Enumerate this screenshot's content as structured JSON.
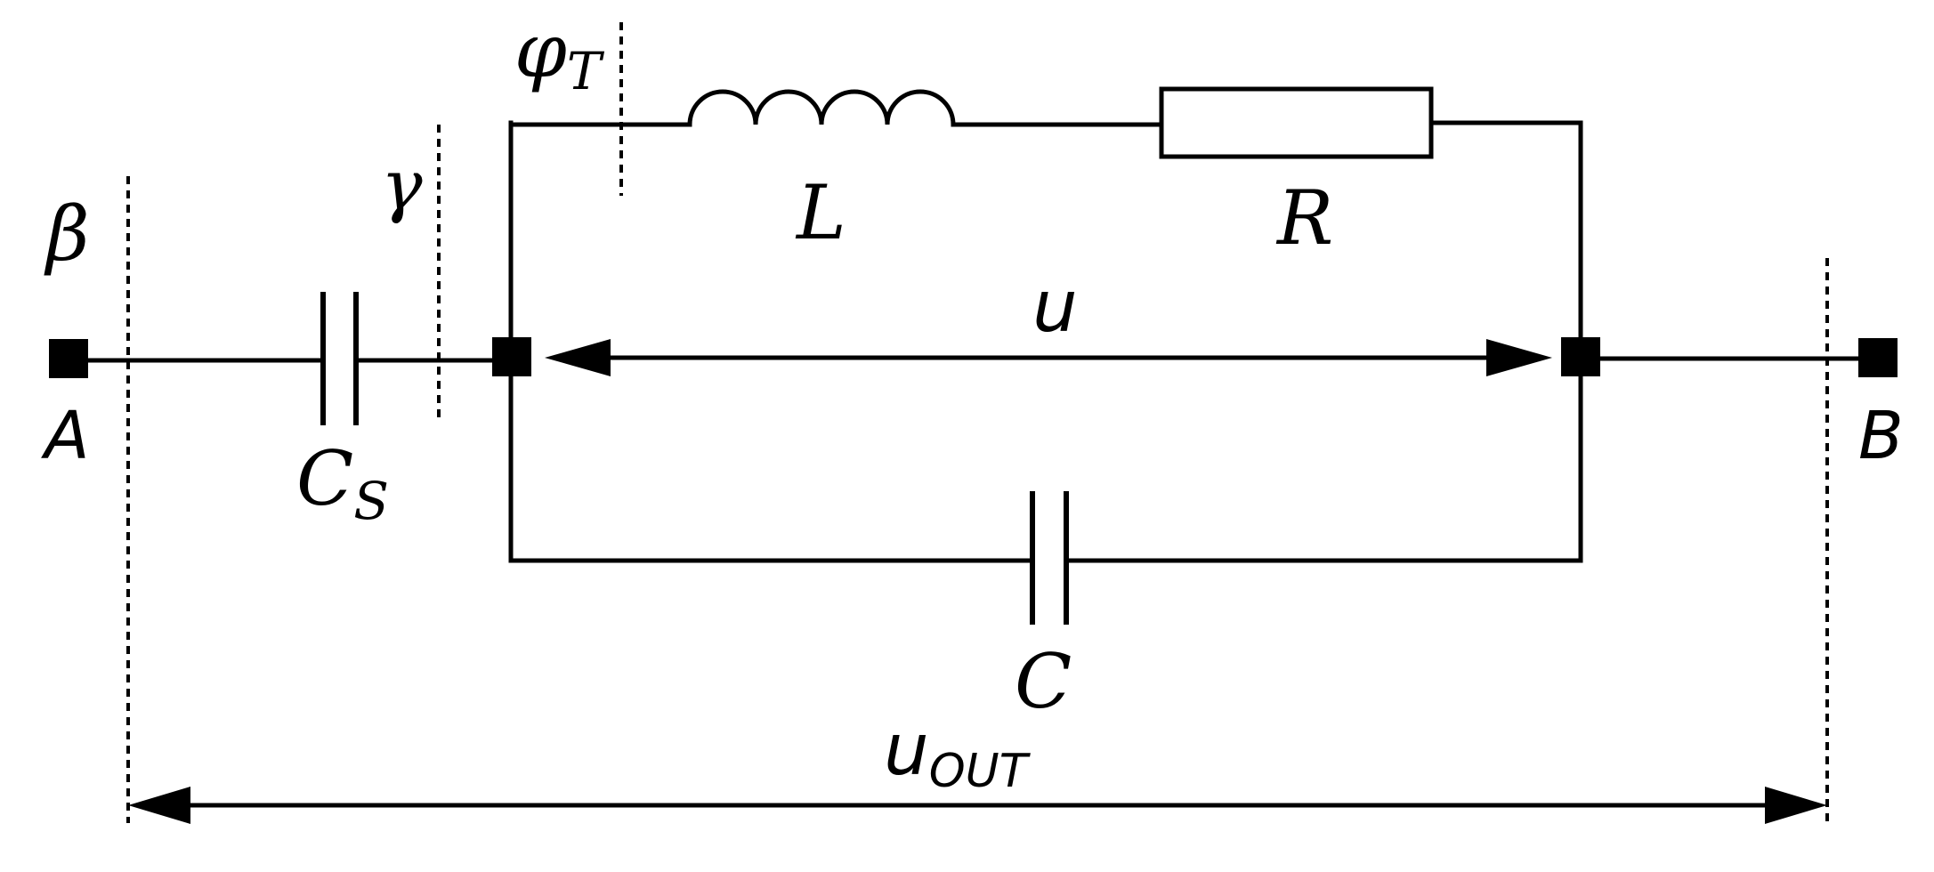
{
  "diagram": {
    "colors": {
      "ink": "#000000",
      "background": "#ffffff"
    },
    "labels": {
      "terminal_a": "A",
      "terminal_b": "B",
      "beta": "β",
      "gamma": "γ",
      "phi": "φ",
      "phi_sub": "T",
      "inductor": "L",
      "resistor": "R",
      "series_cap": "C",
      "series_cap_sub": "S",
      "parallel_cap": "C",
      "voltage_u": "u",
      "voltage_out": "u",
      "voltage_out_sub": "OUT"
    }
  }
}
